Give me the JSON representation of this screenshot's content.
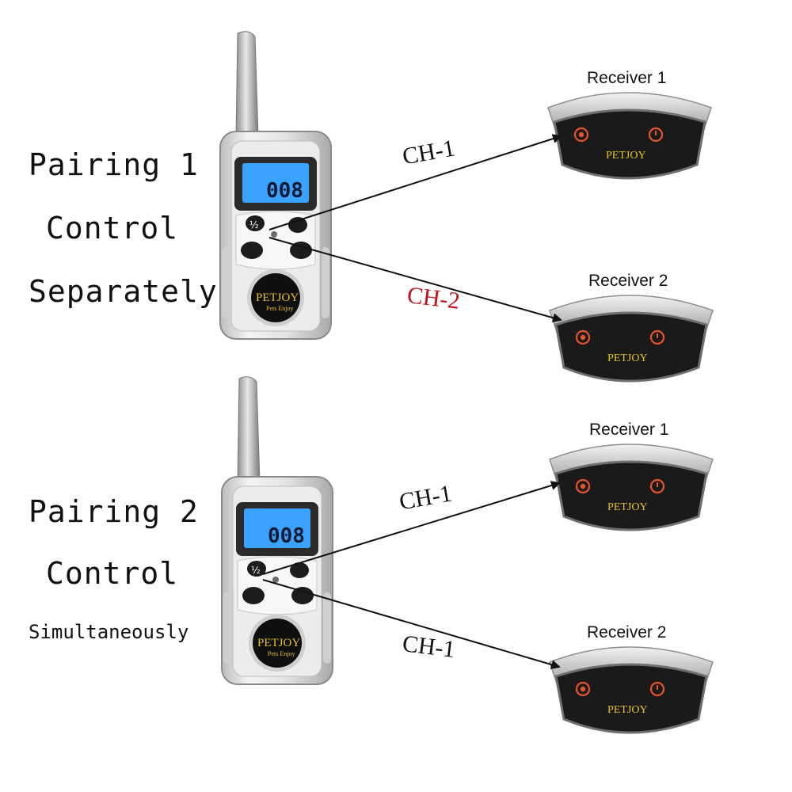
{
  "pairings": [
    {
      "title": "Pairing 1",
      "line2": "Control",
      "line3": "Separately",
      "lcd": "008",
      "brand": "PETJOY",
      "brand_sub": "Pets Enjoy",
      "button_half": "½",
      "receivers": [
        {
          "label": "Receiver 1",
          "channel": "CH-1",
          "channel_color": "#111111"
        },
        {
          "label": "Receiver 2",
          "channel": "CH-2",
          "channel_color": "#c0141c"
        }
      ]
    },
    {
      "title": "Pairing 2",
      "line2": "Control",
      "line3": "Simultaneously",
      "lcd": "008",
      "brand": "PETJOY",
      "brand_sub": "Pets Enjoy",
      "button_half": "½",
      "receivers": [
        {
          "label": "Receiver 1",
          "channel": "CH-1",
          "channel_color": "#111111"
        },
        {
          "label": "Receiver 2",
          "channel": "CH-1",
          "channel_color": "#111111"
        }
      ]
    }
  ],
  "colors": {
    "lcd": "#3aa3ff",
    "body": "#e6e6e6",
    "receiver_face": "#1a1a1a",
    "led": "#e8542c",
    "brand": "#e7c12a"
  }
}
